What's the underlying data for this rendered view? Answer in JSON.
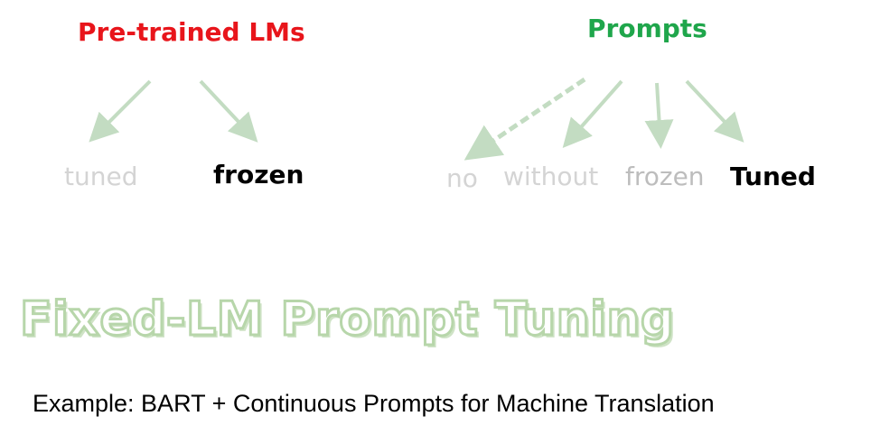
{
  "left_group": {
    "heading": "Pre-trained LMs",
    "heading_color": "#e8151b",
    "options": [
      "tuned",
      "frozen"
    ]
  },
  "right_group": {
    "heading": "Prompts",
    "heading_color": "#1fa64b",
    "options": [
      "no",
      "without",
      "frozen",
      "Tuned"
    ]
  },
  "arrow_color": "#c3dcc2",
  "title": "Fixed-LM Prompt Tuning",
  "example": "Example: BART + Continuous Prompts for Machine Translation"
}
